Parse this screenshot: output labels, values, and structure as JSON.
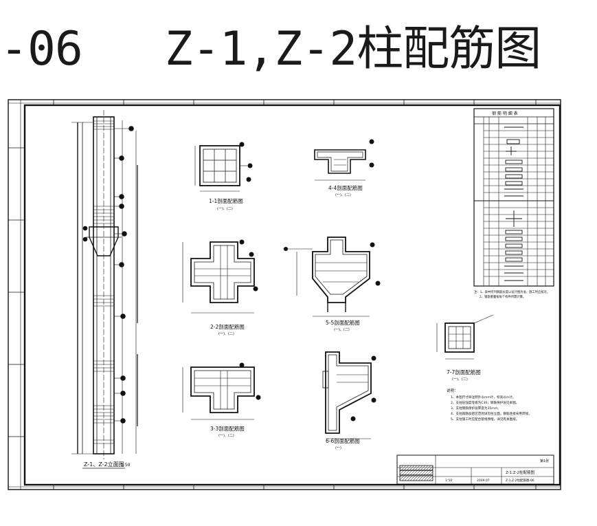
{
  "page": {
    "title": "-06   Z-1,Z-2柱配筋图"
  },
  "sheet": {
    "elevation": {
      "label": "Z-1、Z-2立面图",
      "scale": "1:50"
    },
    "sections": [
      {
        "id": "s11",
        "label": "1-1剖面配筋图",
        "sub": "(一)、(二)"
      },
      {
        "id": "s44",
        "label": "4-4剖面配筋图",
        "sub": "(一)、(二)"
      },
      {
        "id": "s22",
        "label": "2-2剖面配筋图",
        "sub": "(一)、(二)"
      },
      {
        "id": "s55",
        "label": "5-5剖面配筋图",
        "sub": "(一)、(二)"
      },
      {
        "id": "s33",
        "label": "3-3剖面配筋图",
        "sub": "(一)、(二)"
      },
      {
        "id": "s66",
        "label": "6-6剖面配筋图",
        "sub": "(一)"
      },
      {
        "id": "s77",
        "label": "7-7剖面配筋图",
        "sub": "(一)、(二)"
      }
    ],
    "table": {
      "title": "钢 筋 明 细 表",
      "notes": [
        "注：1、表中所列钢筋长度以设计图为准，施工时应核对。",
        "2、钢筋重量按每个构件所需计算。"
      ]
    },
    "general_notes": {
      "title": "说明：",
      "items": [
        "1、本图尺寸除注明外以mm计，标高以m计。",
        "2、支柱砼强度等级为C30，钢筋保护层见本图。",
        "3、支柱钢筋保护层厚度为35mm。",
        "4、支柱箍筋加密区范围详见柱立面，钢筋连接采用焊接。",
        "5、支柱施工时应配合管线预埋，详见有关图纸。"
      ]
    },
    "title_block": {
      "drawing_name": "Z-1,Z-2柱配筋图",
      "sheet_no": "第1张",
      "scale": "1:50",
      "date": "2009.07",
      "drawing_no": "Z-1,Z-2柱配筋图-06"
    }
  }
}
